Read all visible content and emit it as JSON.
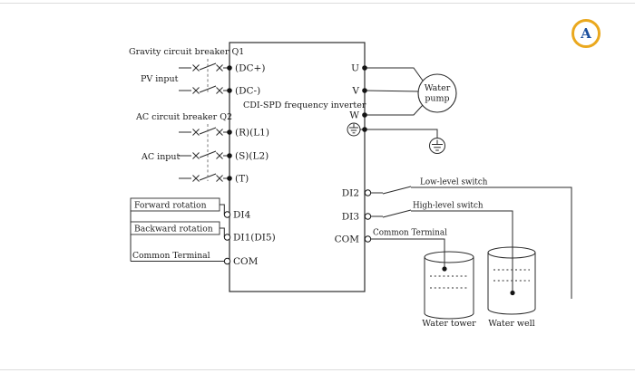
{
  "colors": {
    "line": "#2b2b2b",
    "background": "#ffffff",
    "logo_ring": "#eaa81e",
    "logo_letter": "#1b4f9e"
  },
  "inverter": {
    "title": "CDI-SPD frequency inverter"
  },
  "left_section": {
    "breaker_q1_label": "Gravity circuit breaker Q1",
    "pv_input_label": "PV input",
    "breaker_q2_label": "AC circuit breaker Q2",
    "ac_input_label": "AC input",
    "forward_label": "Forward rotation",
    "backward_label": "Backward rotation",
    "common_label": "Common Terminal"
  },
  "terminals": {
    "left": [
      "(DC+)",
      "(DC-)",
      "(R)(L1)",
      "(S)(L2)",
      "(T)",
      "DI4",
      "DI1(DI5)",
      "COM"
    ],
    "right": [
      "U",
      "V",
      "W",
      "DI2",
      "DI3",
      "COM"
    ]
  },
  "right_section": {
    "pump_label_line1": "Water",
    "pump_label_line2": "pump",
    "low_level_label": "Low-level switch",
    "high_level_label": "High-level switch",
    "common_label": "Common Terminal",
    "tower_label": "Water tower",
    "well_label": "Water well"
  },
  "logo": {
    "glyph": "A"
  }
}
